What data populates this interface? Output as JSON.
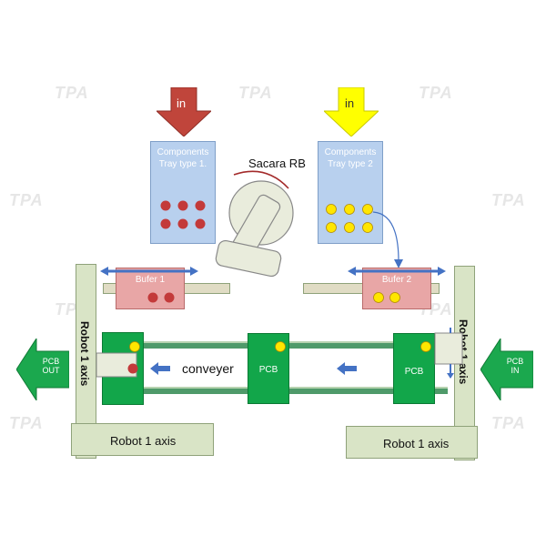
{
  "in_arrow_left": {
    "label": "in",
    "color": "#c0453b"
  },
  "in_arrow_right": {
    "label": "in",
    "color": "#ffff00"
  },
  "tray1": {
    "title": "Components Tray type 1."
  },
  "tray2": {
    "title": "Components Tray type 2"
  },
  "robot": {
    "label": "Sacara RB"
  },
  "buffer1": {
    "label": "Bufer 1"
  },
  "buffer2": {
    "label": "Bufer 2"
  },
  "conveyer": {
    "label": "conveyer"
  },
  "pcbs": [
    {
      "label": "PCB"
    },
    {
      "label": "PCB"
    }
  ],
  "robot_axis_vertical_left": "Robot 1 axis",
  "robot_axis_vertical_right": "Robot 1 axis",
  "robot_axis_horizontal_left": "Robot 1 axis",
  "robot_axis_horizontal_right": "Robot 1 axis",
  "pcb_out": {
    "label": "PCB OUT"
  },
  "pcb_in": {
    "label": "PCB IN"
  },
  "watermark": "TPA",
  "colors": {
    "red_component": "#c33a3a",
    "yellow_component": "#ffe600",
    "pcb_green": "#12a64a",
    "arrow_blue": "#4472c4",
    "side_arrow_green": "#1ba84e"
  }
}
